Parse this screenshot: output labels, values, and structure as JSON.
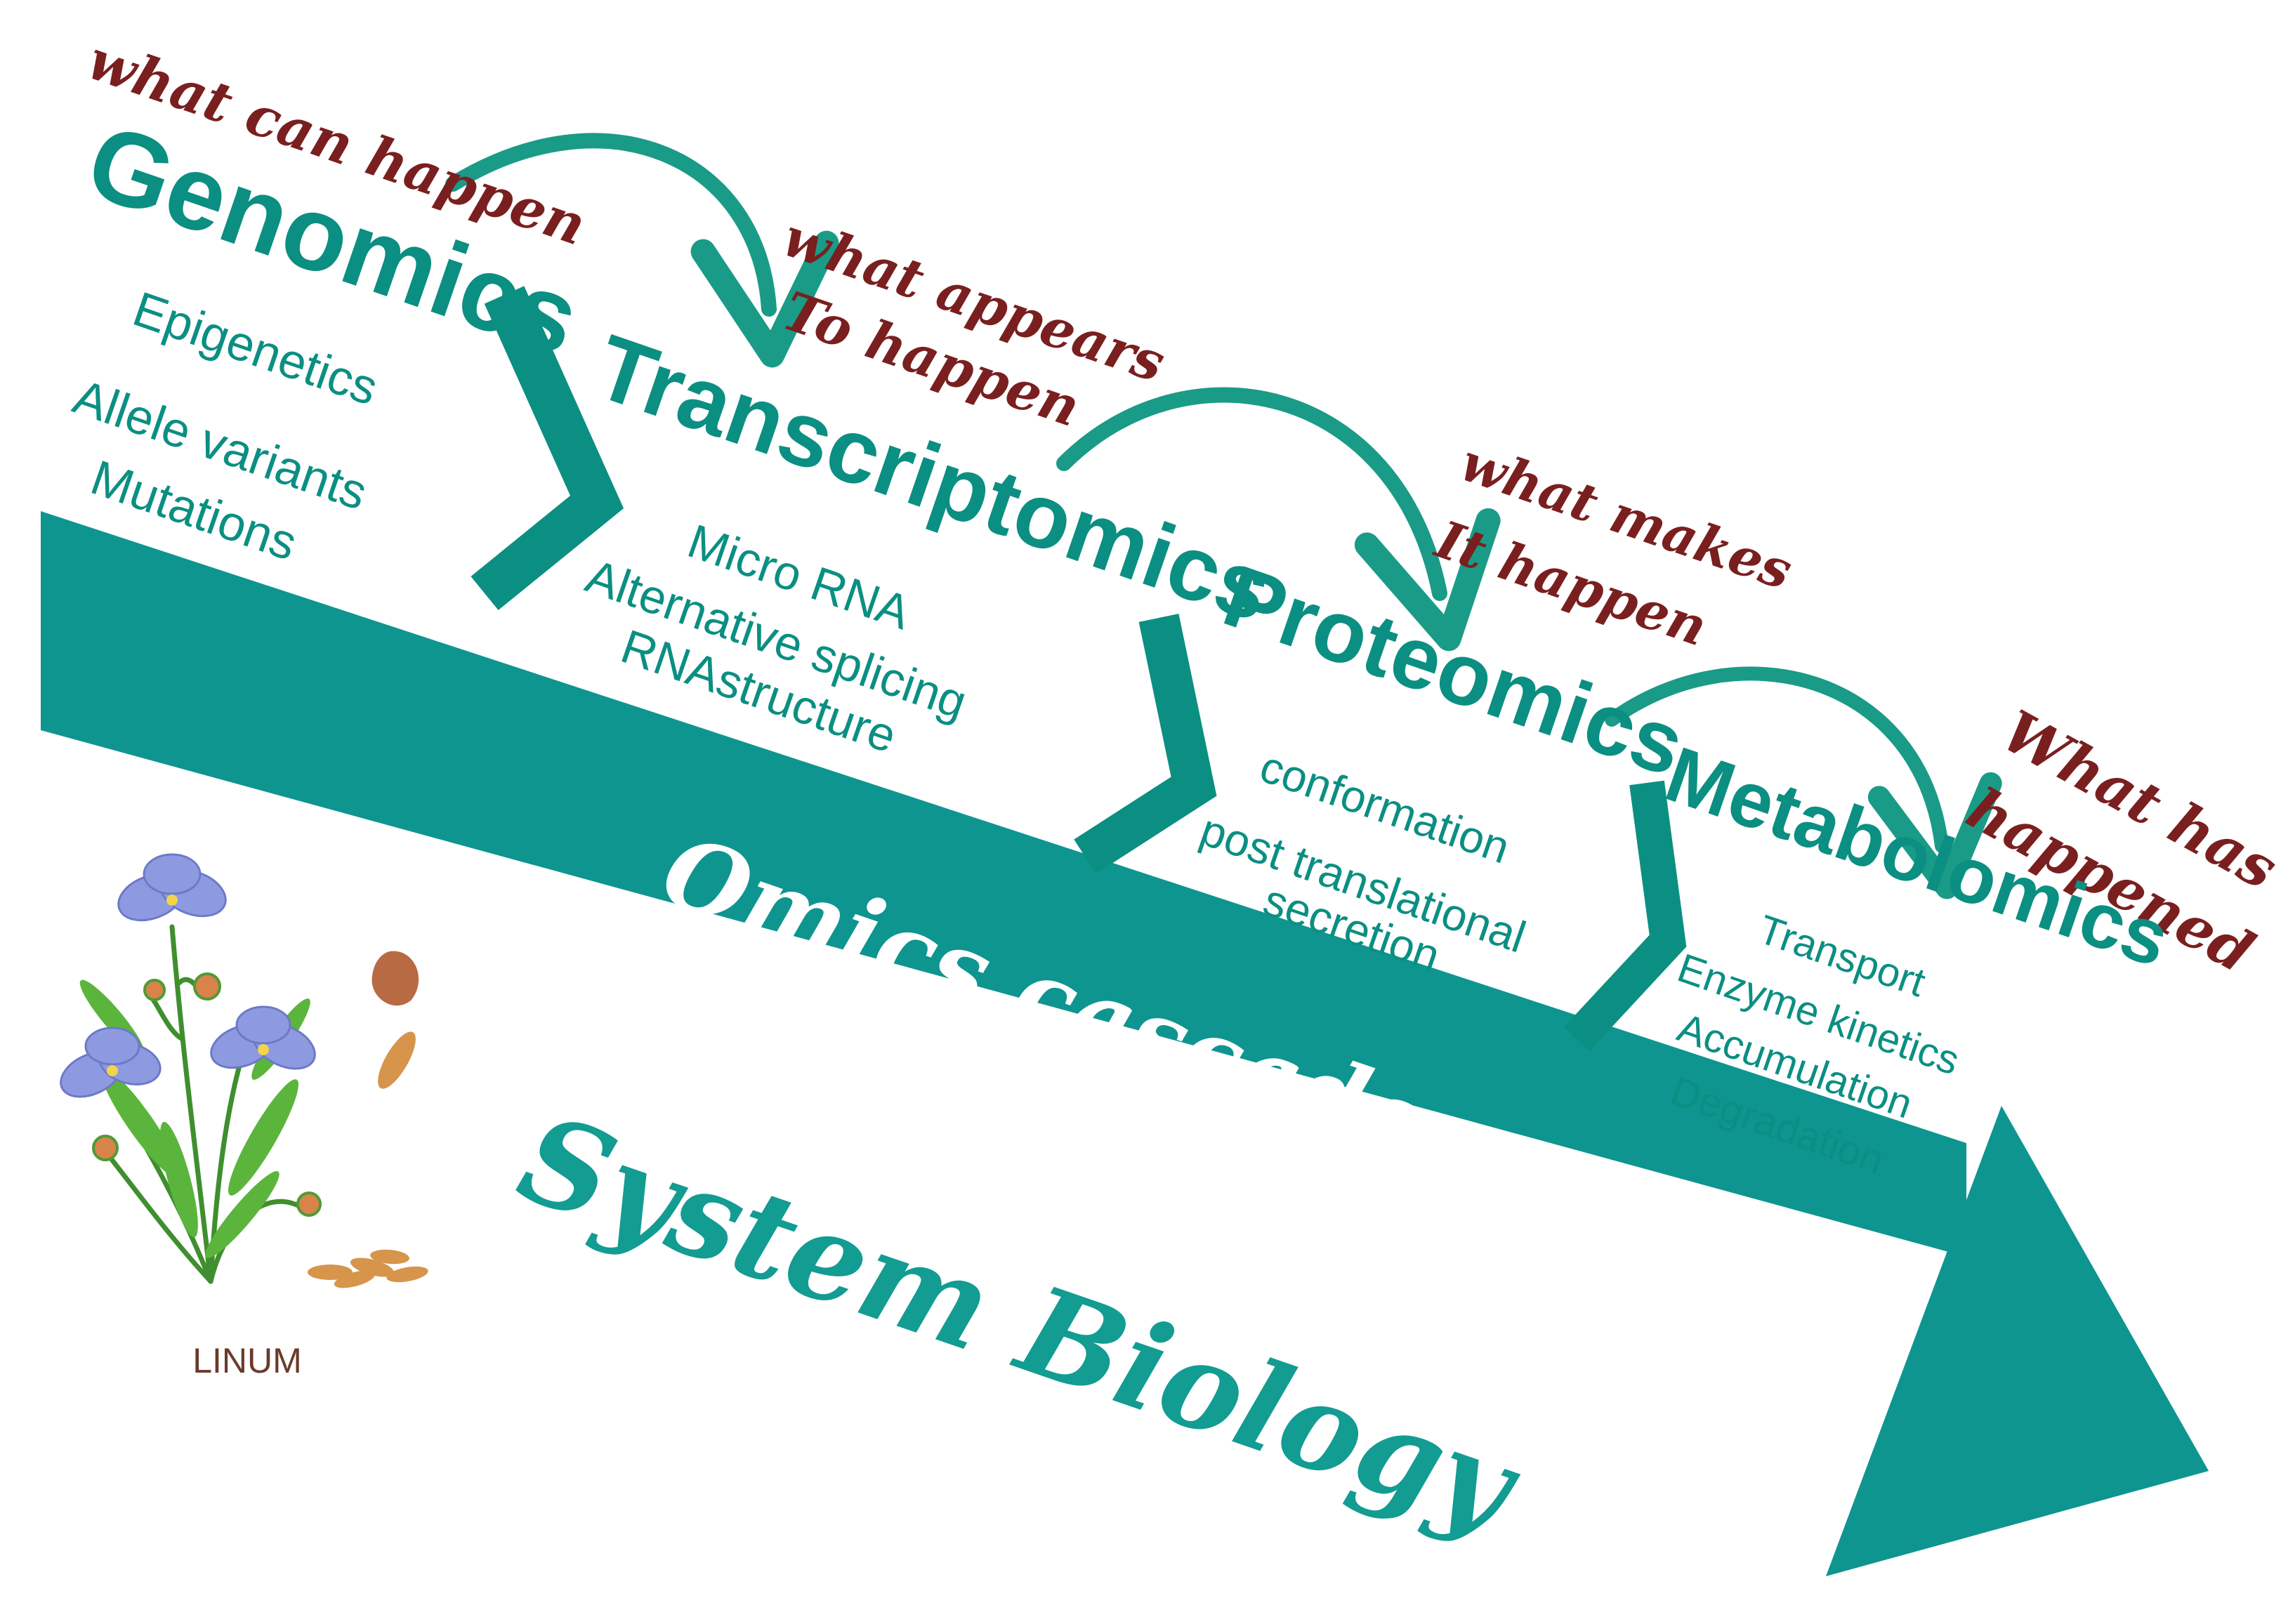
{
  "colors": {
    "teal": "#0b8f82",
    "band": "#0e9590",
    "maroon": "#7a1f1f",
    "white": "#ffffff"
  },
  "levels": [
    {
      "name": "Genomics",
      "question": "what can happen",
      "items": [
        "Epigenetics",
        "Allele variants",
        "Mutations"
      ]
    },
    {
      "name": "Transcriptomics",
      "question_line1": "what appears",
      "question_line2": "To happen",
      "items": [
        "Micro RNA",
        "Alternative splicing",
        "RNAstructure"
      ]
    },
    {
      "name": "Proteomics",
      "question_line1": "what makes",
      "question_line2": "It happen",
      "items": [
        "conformation",
        "post translational",
        "secretion"
      ]
    },
    {
      "name": "Metabolomics",
      "question_line1": "What has",
      "question_line2": "happened",
      "items": [
        "Transport",
        "Enzyme kinetics",
        "Accumulation",
        "Degradation"
      ]
    }
  ],
  "band_label": "Omics cascade",
  "footer_label": "System Biology",
  "plant": {
    "label": "LINUM",
    "icons": [
      "flax-flower-icon",
      "flax-seed-icon"
    ]
  }
}
